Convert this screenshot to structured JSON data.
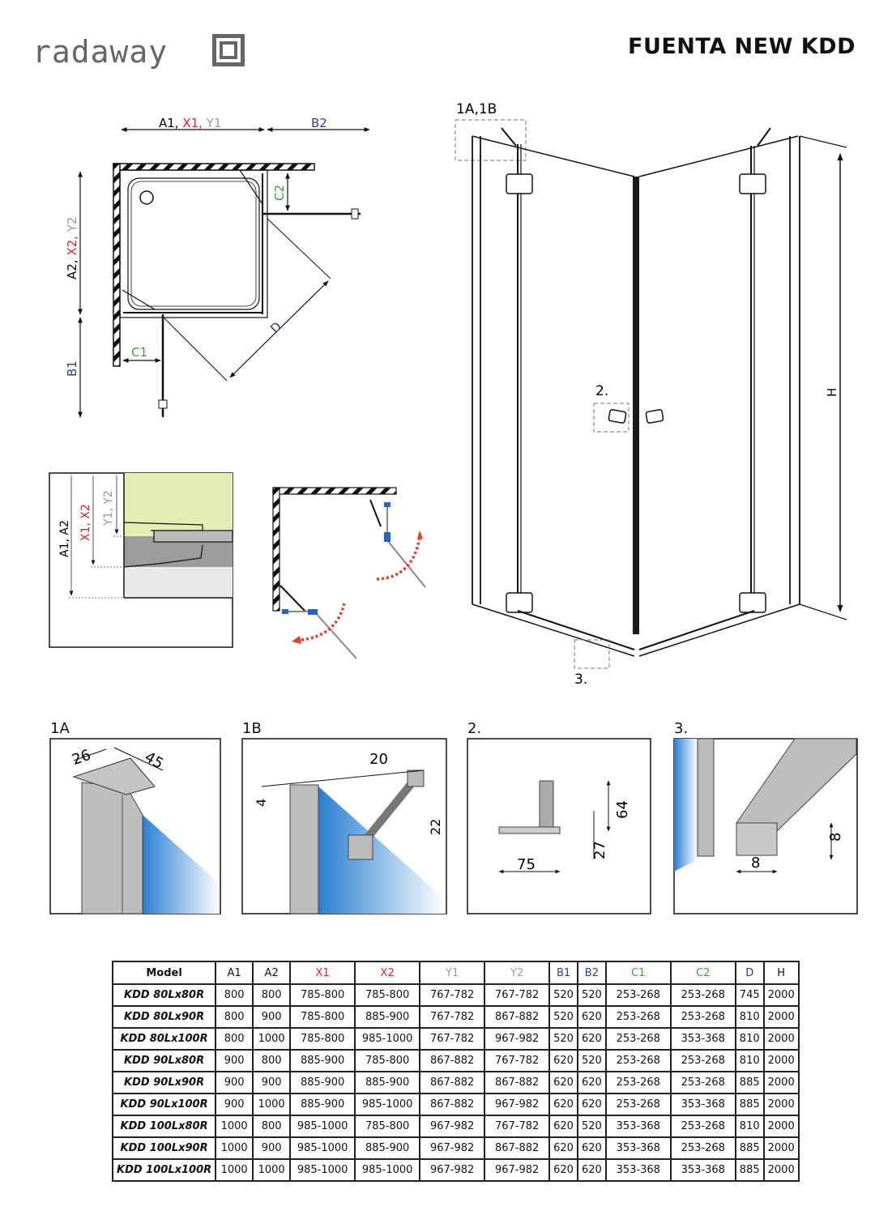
{
  "brand": {
    "logo_text": "radaway"
  },
  "header": {
    "title": "FUENTA NEW KDD"
  },
  "plan_view": {
    "labels": {
      "a1": "A1,",
      "x1": "X1,",
      "y1": "Y1",
      "b2": "B2",
      "a2": "A2,",
      "x2": "X2,",
      "y2": "Y2",
      "b1": "B1",
      "c1": "C1",
      "c2": "C2",
      "d": "D"
    }
  },
  "section_view": {
    "labels": {
      "a": "A1, A2",
      "x": "X1, X2",
      "y": "Y1, Y2"
    }
  },
  "elevation_view": {
    "callouts": {
      "top": "1A,1B",
      "handle": "2.",
      "bottom": "3.",
      "height": "H"
    }
  },
  "details": [
    {
      "id": "1A",
      "label": "1A",
      "dims": [
        "26",
        "45"
      ]
    },
    {
      "id": "1B",
      "label": "1B",
      "dims": [
        "20",
        "4",
        "22"
      ]
    },
    {
      "id": "2",
      "label": "2.",
      "dims": [
        "64",
        "27",
        "75"
      ]
    },
    {
      "id": "3",
      "label": "3.",
      "dims": [
        "8",
        "8"
      ]
    }
  ],
  "colors": {
    "x_red": "#e0202a",
    "y_gray": "#9a9a9a",
    "b_blue": "#2c3e8c",
    "c_green": "#3aa335",
    "d_purple": "#3b2f8a",
    "glass_blue": "#2a7fd0"
  },
  "table": {
    "headers": [
      "Model",
      "A1",
      "A2",
      "X1",
      "X2",
      "Y1",
      "Y2",
      "B1",
      "B2",
      "C1",
      "C2",
      "D",
      "H"
    ],
    "rows": [
      [
        "KDD 80Lx80R",
        "800",
        "800",
        "785-800",
        "785-800",
        "767-782",
        "767-782",
        "520",
        "520",
        "253-268",
        "253-268",
        "745",
        "2000"
      ],
      [
        "KDD 80Lx90R",
        "800",
        "900",
        "785-800",
        "885-900",
        "767-782",
        "867-882",
        "520",
        "620",
        "253-268",
        "253-268",
        "810",
        "2000"
      ],
      [
        "KDD 80Lx100R",
        "800",
        "1000",
        "785-800",
        "985-1000",
        "767-782",
        "967-982",
        "520",
        "620",
        "253-268",
        "353-368",
        "810",
        "2000"
      ],
      [
        "KDD 90Lx80R",
        "900",
        "800",
        "885-900",
        "785-800",
        "867-882",
        "767-782",
        "620",
        "520",
        "253-268",
        "253-268",
        "810",
        "2000"
      ],
      [
        "KDD 90Lx90R",
        "900",
        "900",
        "885-900",
        "885-900",
        "867-882",
        "867-882",
        "620",
        "620",
        "253-268",
        "253-268",
        "885",
        "2000"
      ],
      [
        "KDD 90Lx100R",
        "900",
        "1000",
        "885-900",
        "985-1000",
        "867-882",
        "967-982",
        "620",
        "620",
        "253-268",
        "353-368",
        "885",
        "2000"
      ],
      [
        "KDD 100Lx80R",
        "1000",
        "800",
        "985-1000",
        "785-800",
        "967-982",
        "767-782",
        "620",
        "520",
        "353-368",
        "253-268",
        "810",
        "2000"
      ],
      [
        "KDD 100Lx90R",
        "1000",
        "900",
        "985-1000",
        "885-900",
        "967-982",
        "867-882",
        "620",
        "620",
        "353-368",
        "253-268",
        "885",
        "2000"
      ],
      [
        "KDD 100Lx100R",
        "1000",
        "1000",
        "985-1000",
        "985-1000",
        "967-982",
        "967-982",
        "620",
        "620",
        "353-368",
        "353-368",
        "885",
        "2000"
      ]
    ]
  }
}
